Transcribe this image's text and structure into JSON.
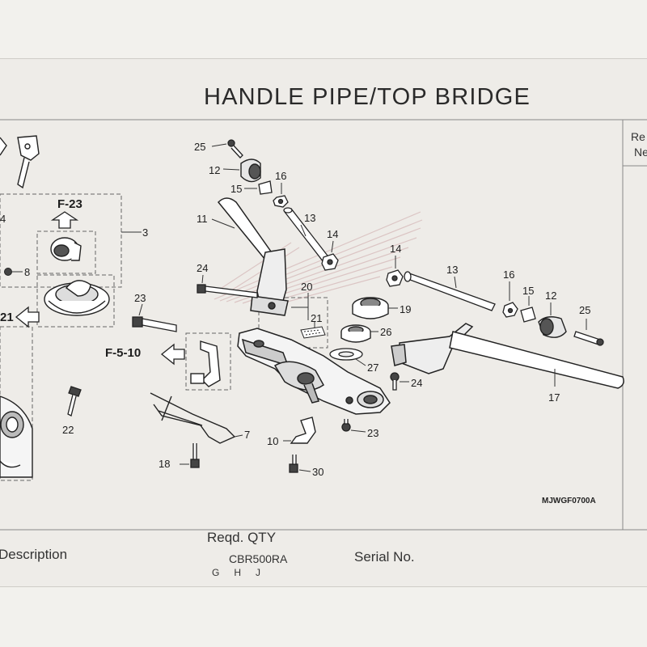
{
  "title": "HANDLE PIPE/TOP BRIDGE",
  "right_column": {
    "line1": "Re",
    "line2": "Ne"
  },
  "refs": {
    "f23": "F-23",
    "f510": "F-5-10",
    "r21": "21"
  },
  "callouts": {
    "c25a": "25",
    "c12a": "12",
    "c15a": "15",
    "c16a": "16",
    "c11": "11",
    "c13a": "13",
    "c14a": "14",
    "c24a": "24",
    "c20": "20",
    "c23a": "23",
    "c21": "21",
    "c19": "19",
    "c26": "26",
    "c27": "27",
    "c14b": "14",
    "c13b": "13",
    "c16b": "16",
    "c15b": "15",
    "c12b": "12",
    "c25b": "25",
    "c24b": "24",
    "c17": "17",
    "c23b": "23",
    "c10": "10",
    "c30": "30",
    "c7": "7",
    "c18": "18",
    "c22": "22",
    "c3": "3",
    "c4": "4",
    "c8": "8"
  },
  "diagram_code": "MJWGF0700A",
  "table": {
    "description": "Description",
    "reqd_qty": "Reqd. QTY",
    "model": "CBR500RA",
    "variants": "GHJ",
    "serial_no": "Serial No."
  }
}
